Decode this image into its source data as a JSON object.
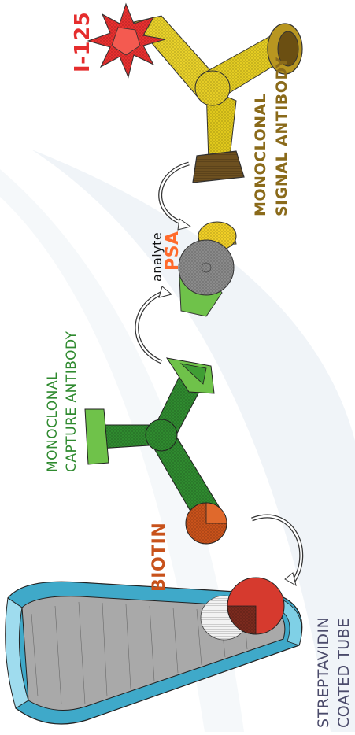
{
  "labels": {
    "isotope": "I-125",
    "signal_antibody": [
      "MONOCLONAL",
      "SIGNAL ANTIBODY"
    ],
    "analyte_word": "analyte",
    "analyte_name": "PSA",
    "capture_antibody": [
      "MONOCLONAL",
      "CAPTURE ANTIBODY"
    ],
    "biotin": "BIOTIN",
    "tube": [
      "STREPTAVIDIN",
      "COATED TUBE"
    ]
  },
  "colors": {
    "isotope": "#e52d2d",
    "signal_antibody": "#d4b800",
    "signal_text": "#8a6a1a",
    "analyte_text": "#ff6a2b",
    "capture_antibody": "#2f8a2f",
    "capture_text": "#2f8a2f",
    "biotin": "#c8521b",
    "tube_shell": "#3fa9c9",
    "tube_text": "#4b4b6b",
    "streptavidin": "#d63a2e"
  }
}
